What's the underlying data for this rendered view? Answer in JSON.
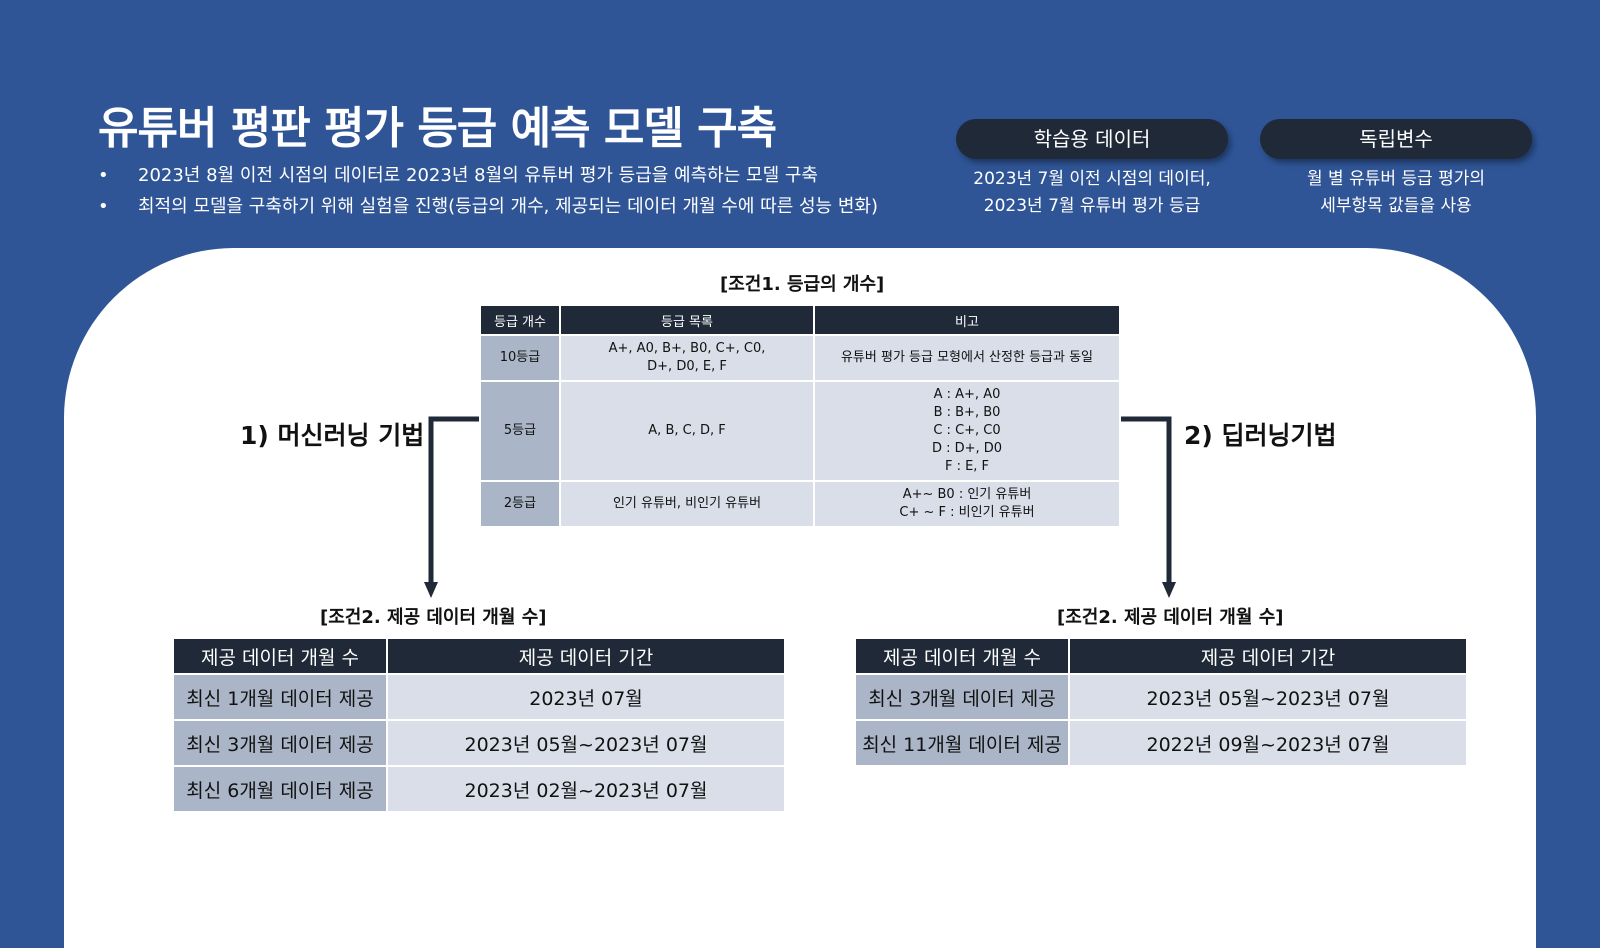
{
  "title": "유튜버 평판 평가 등급 예측 모델 구축",
  "bullets": [
    "2023년 8월 이전 시점의 데이터로 2023년 8월의 유튜버 평가 등급을 예측하는 모델 구축",
    "최적의 모델을 구축하기 위해 실험을 진행(등급의 개수, 제공되는 데이터 개월 수에 따른 성능 변화)"
  ],
  "training": {
    "label": "학습용 데이터",
    "desc": "2023년 7월 이전 시점의 데이터,\n2023년 7월 유튜버 평가 등급"
  },
  "independent": {
    "label": "독립변수",
    "desc": "월 별 유튜버 등급 평가의\n세부항목 값들을 사용"
  },
  "cond1": {
    "caption": "[조건1. 등급의 개수]",
    "headers": [
      "등급 개수",
      "등급 목록",
      "비고"
    ],
    "rows": [
      [
        "10등급",
        "A+, A0, B+, B0, C+, C0,\nD+, D0, E, F",
        "유튜버 평가 등급 모형에서 산정한 등급과 동일"
      ],
      [
        "5등급",
        "A, B, C, D, F",
        "A : A+, A0\nB : B+, B0\nC : C+, C0\nD : D+, D0\nF : E, F"
      ],
      [
        "2등급",
        "인기 유튜버, 비인기 유튜버",
        "A+~ B0 : 인기 유튜버\nC+ ~ F : 비인기 유튜버"
      ]
    ]
  },
  "ml": {
    "label": "1) 머신러닝 기법",
    "caption": "[조건2. 제공 데이터 개월 수]",
    "headers": [
      "제공 데이터 개월 수",
      "제공 데이터 기간"
    ],
    "rows": [
      [
        "최신 1개월 데이터 제공",
        "2023년 07월"
      ],
      [
        "최신 3개월 데이터 제공",
        "2023년 05월~2023년 07월"
      ],
      [
        "최신 6개월 데이터 제공",
        "2023년 02월~2023년 07월"
      ]
    ]
  },
  "dl": {
    "label": "2) 딥러닝기법",
    "caption": "[조건2. 제공 데이터 개월 수]",
    "headers": [
      "제공 데이터 개월 수",
      "제공 데이터 기간"
    ],
    "rows": [
      [
        "최신 3개월 데이터 제공",
        "2023년 05월~2023년 07월"
      ],
      [
        "최신 11개월 데이터 제공",
        "2022년 09월~2023년 07월"
      ]
    ]
  },
  "colors": {
    "background": "#2f5597",
    "dark": "#1f2937",
    "cell": "#d9dee8",
    "cell_header": "#aab6c8"
  }
}
